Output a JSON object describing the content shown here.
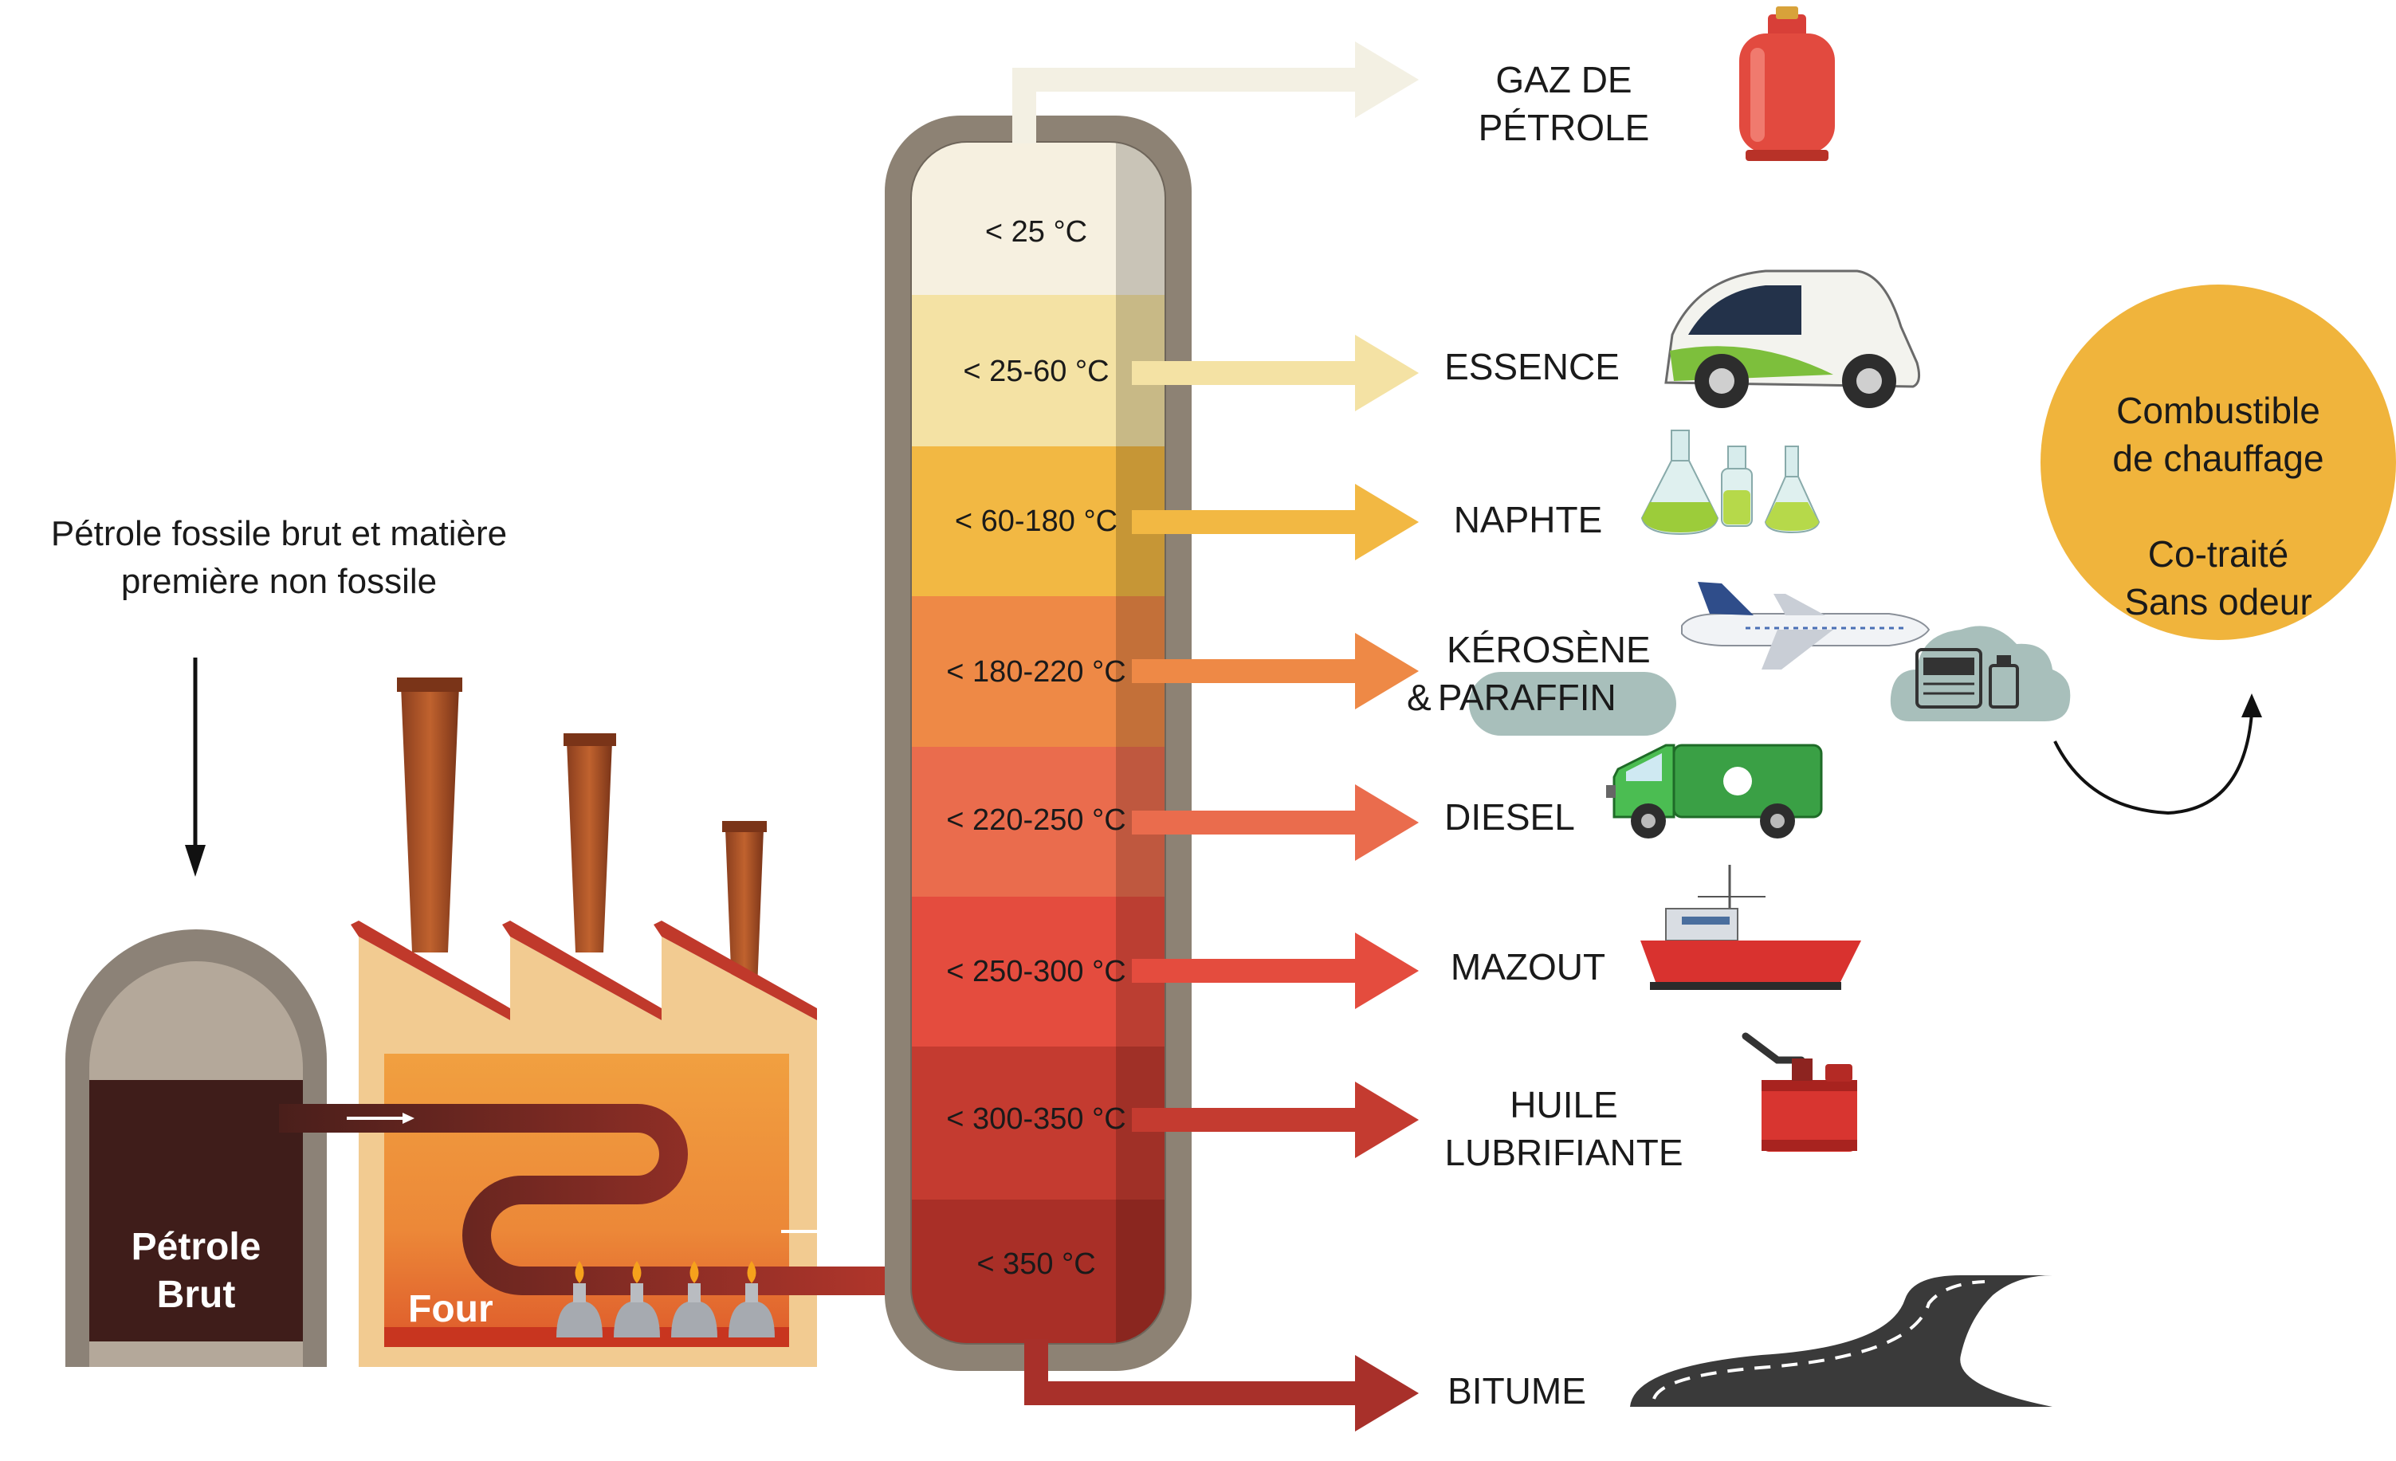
{
  "intro": {
    "line1": "Pétrole fossile brut et matière",
    "line2": "première non fossile"
  },
  "silo": {
    "line1": "Pétrole",
    "line2": "Brut"
  },
  "furnace": {
    "label": "Four"
  },
  "column": {
    "temperatures": [
      "< 25 °C",
      "< 25-60 °C",
      "< 60-180 °C",
      "< 180-220 °C",
      "< 220-250 °C",
      "< 250-300 °C",
      "< 300-350 °C",
      "< 350 °C"
    ],
    "band_colors": [
      "#f6f0e0",
      "#f4e2a4",
      "#f2b843",
      "#ee8946",
      "#ea6c4d",
      "#e44c3e",
      "#c43b30",
      "#a92f27"
    ]
  },
  "products": {
    "gaz_line1": "GAZ DE",
    "gaz_line2": "PÉTROLE",
    "essence": "ESSENCE",
    "naphte": "NAPHTE",
    "kerosene_line1": "KÉROSÈNE",
    "kerosene_amp": "&",
    "kerosene_paraffin": "PARAFFIN",
    "diesel": "DIESEL",
    "mazout": "MAZOUT",
    "huile_line1": "HUILE",
    "huile_line2": "LUBRIFIANTE",
    "bitume": "BITUME"
  },
  "circle": {
    "line1": "Combustible",
    "line2": "de chauffage",
    "line3": "Co-traité",
    "line4": "Sans odeur",
    "color": "#f0b43c"
  },
  "icons": [
    "gas-cylinder-icon",
    "car-icon",
    "flasks-icon",
    "airplane-icon",
    "heater-cloud-icon",
    "garbage-truck-icon",
    "ship-icon",
    "oil-can-icon",
    "road-icon",
    "flame-icon",
    "chimney-icon"
  ]
}
